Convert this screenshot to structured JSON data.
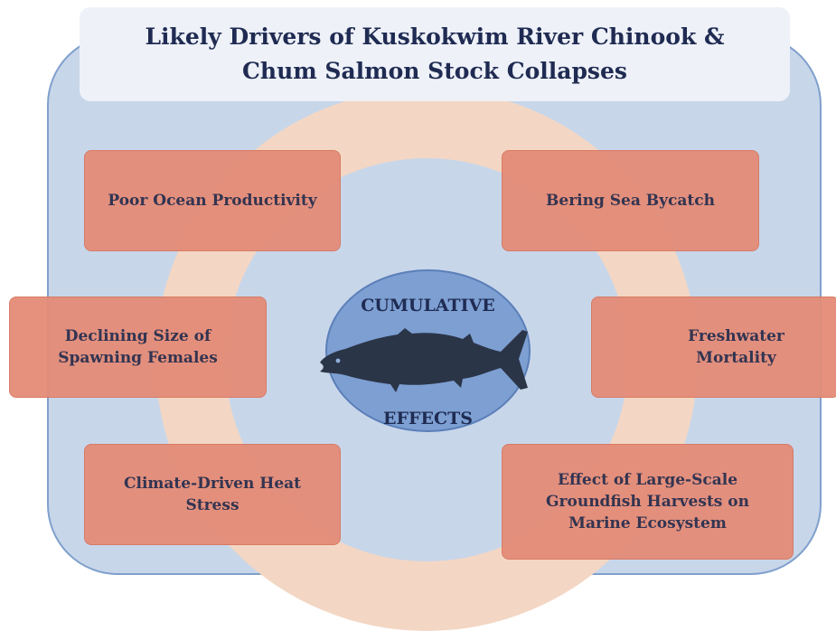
{
  "title": "Likely Drivers of Kuskokwim River Chinook & Chum Salmon Stock Collapses",
  "center": {
    "top_label": "CUMULATIVE",
    "bottom_label": "EFFECTS",
    "icon": "salmon-icon"
  },
  "drivers": [
    {
      "label": "Poor Ocean Productivity"
    },
    {
      "label": "Bering Sea Bycatch"
    },
    {
      "label": "Declining Size of Spawning Females"
    },
    {
      "label": "Freshwater Mortality"
    },
    {
      "label": "Climate-Driven Heat Stress"
    },
    {
      "label": "Effect of Large-Scale Groundfish Harvests on Marine Ecosystem"
    }
  ],
  "colors": {
    "frame_fill": "#c8d6ea",
    "ring_fill": "#f3d7c4",
    "driver_fill": "#e48c78",
    "hub_fill": "#7d9fd2",
    "fish_fill": "#2b3548",
    "text": "#1f2b52"
  }
}
